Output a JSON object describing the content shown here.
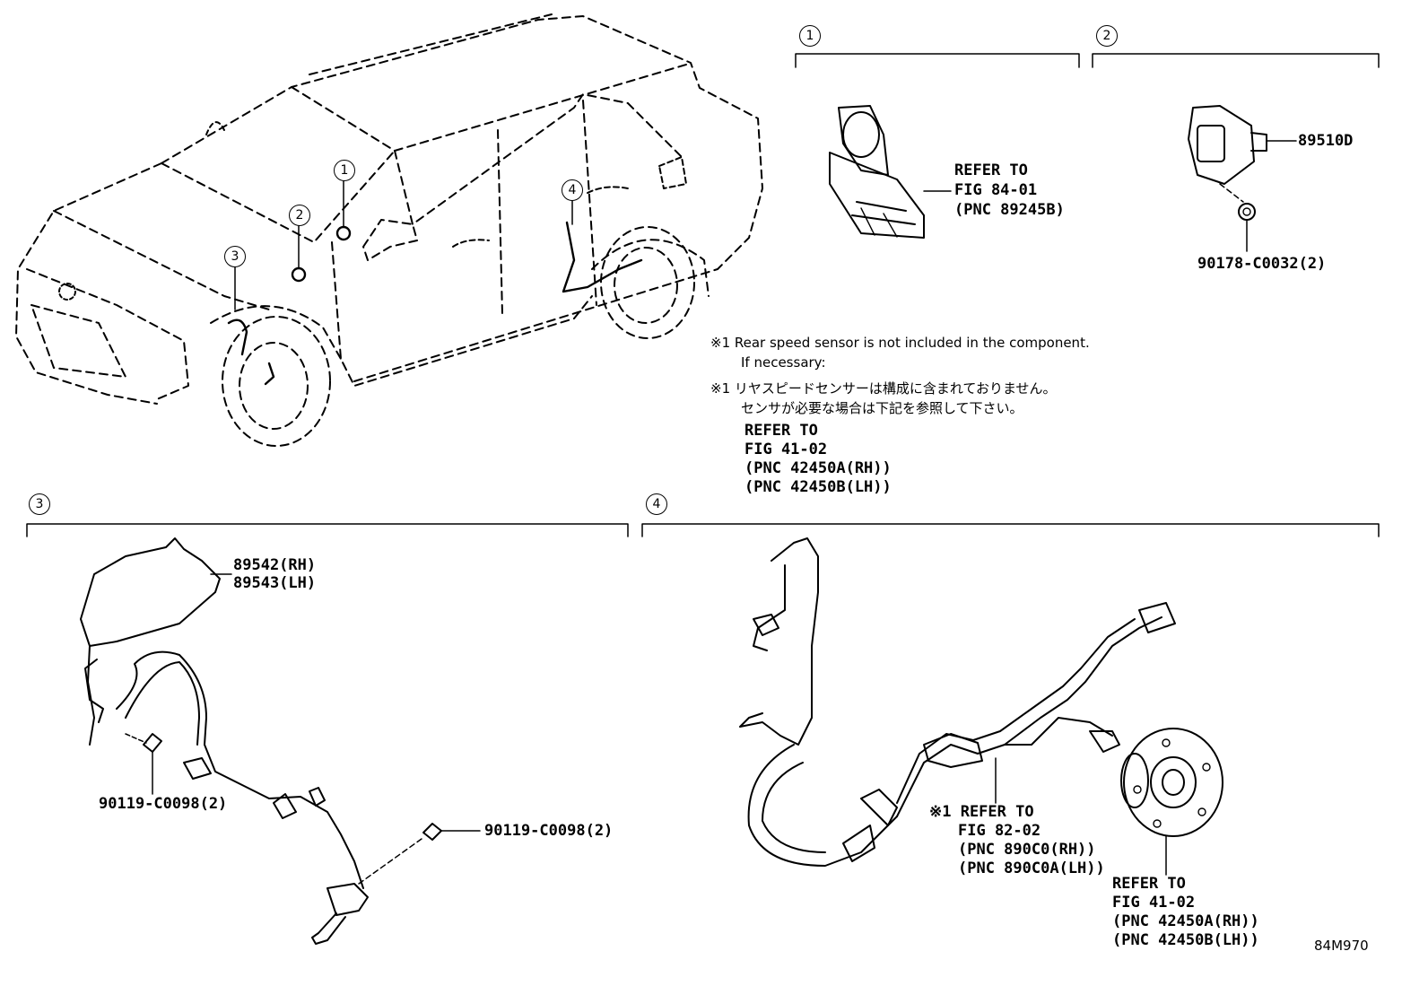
{
  "callouts": {
    "c1": "1",
    "c2": "2",
    "c3": "3",
    "c4": "4"
  },
  "section1": {
    "ref_line1": "REFER TO",
    "ref_line2": "FIG 84-01",
    "ref_line3": "(PNC 89245B)"
  },
  "section2": {
    "part_sensor": "89510D",
    "part_nut": "90178-C0032(2)"
  },
  "notes": {
    "en_line1": "※1 Rear speed sensor is not included in the component.",
    "en_line2": "If necessary:",
    "jp_line1": "※1 リヤスピードセンサーは構成に含まれておりません。",
    "jp_line2": "センサが必要な場合は下記を参照して下さい。",
    "ref_line1": "REFER TO",
    "ref_line2": "FIG 41-02",
    "ref_line3": "(PNC 42450A(RH))",
    "ref_line4": "(PNC 42450B(LH))"
  },
  "section3": {
    "part_rh": "89542(RH)",
    "part_lh": "89543(LH)",
    "bolt_left": "90119-C0098(2)",
    "bolt_right": "90119-C0098(2)"
  },
  "section4": {
    "harness_ref_line1": "※1 REFER TO",
    "harness_ref_line2": "FIG 82-02",
    "harness_ref_line3": "(PNC 890C0(RH))",
    "harness_ref_line4": "(PNC 890C0A(LH))",
    "hub_ref_line1": "REFER TO",
    "hub_ref_line2": "FIG 41-02",
    "hub_ref_line3": "(PNC 42450A(RH))",
    "hub_ref_line4": "(PNC 42450B(LH))"
  },
  "figure_id": "84M970"
}
